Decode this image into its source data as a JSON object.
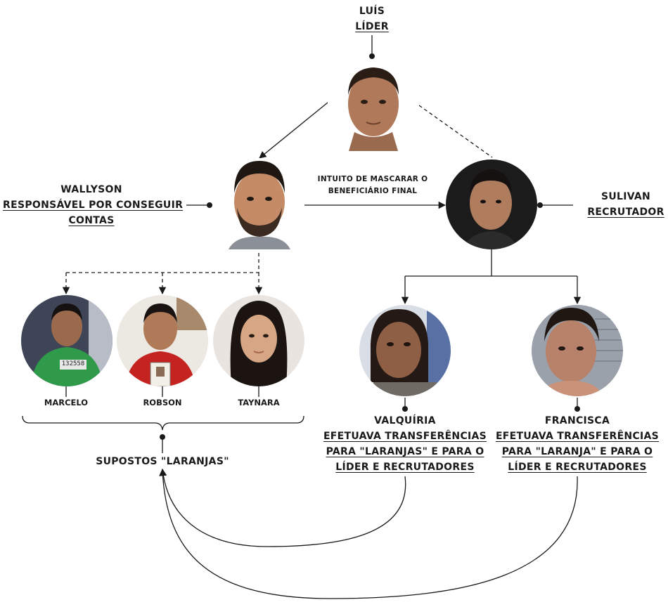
{
  "people": {
    "luis": {
      "name": "LUÍS",
      "role": "LÍDER"
    },
    "wallyson": {
      "name": "WALLYSON",
      "role_lines": [
        "RESPONSÁVEL POR CONSEGUIR",
        "CONTAS"
      ]
    },
    "sulivan": {
      "name": "SULIVAN",
      "role": "RECRUTADOR"
    },
    "marcelo": {
      "name": "MARCELO",
      "badge": "132558"
    },
    "robson": {
      "name": "ROBSON"
    },
    "taynara": {
      "name": "TAYNARA"
    },
    "valquiria": {
      "name": "VALQUÍRIA",
      "role_lines": [
        "EFETUAVA TRANSFERÊNCIAS",
        "PARA \"LARANJAS\" E PARA O",
        "LÍDER E RECRUTADORES"
      ]
    },
    "francisca": {
      "name": "FRANCISCA",
      "role_lines": [
        "EFETUAVA TRANSFERÊNCIAS",
        "PARA \"LARANJA\" E PARA O",
        "LÍDER E RECRUTADORES"
      ]
    }
  },
  "edge_labels": {
    "wallyson_to_sulivan": [
      "INTUITO DE MASCARAR O",
      "BENEFICIÁRIO FINAL"
    ]
  },
  "group": {
    "label": "SUPOSTOS \"LARANJAS\""
  },
  "colors": {
    "line": "#1a1a1a",
    "text": "#1a1a1a"
  }
}
